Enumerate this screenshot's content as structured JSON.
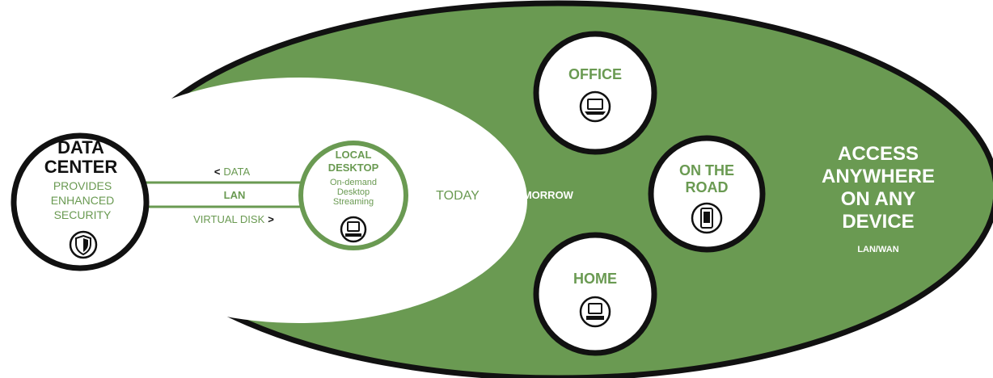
{
  "colors": {
    "green": "#6a9a52",
    "dark": "#111111",
    "white": "#ffffff"
  },
  "data_center": {
    "title_line1": "DATA",
    "title_line2": "CENTER",
    "sub_line1": "PROVIDES",
    "sub_line2": "ENHANCED",
    "sub_line3": "SECURITY",
    "icon": "shield-icon"
  },
  "links": {
    "data_label": "DATA",
    "data_arrow": "<",
    "lan_label": "LAN",
    "vdisk_label": "VIRTUAL DISK",
    "vdisk_arrow": ">"
  },
  "local_desktop": {
    "title_line1": "LOCAL",
    "title_line2": "DESKTOP",
    "sub_line1": "On-demand",
    "sub_line2": "Desktop",
    "sub_line3": "Streaming",
    "icon": "desktop-computer-icon"
  },
  "today_label": "TODAY",
  "tomorrow_label": "TOMORROW",
  "office": {
    "label": "OFFICE",
    "icon": "laptop-icon"
  },
  "road": {
    "label_line1": "ON THE",
    "label_line2": "ROAD",
    "icon": "mobile-phone-icon"
  },
  "home": {
    "label": "HOME",
    "icon": "desktop-computer-icon"
  },
  "access": {
    "line1": "ACCESS",
    "line2": "ANYWHERE",
    "line3": "ON ANY",
    "line4": "DEVICE",
    "sub": "LAN/WAN"
  }
}
